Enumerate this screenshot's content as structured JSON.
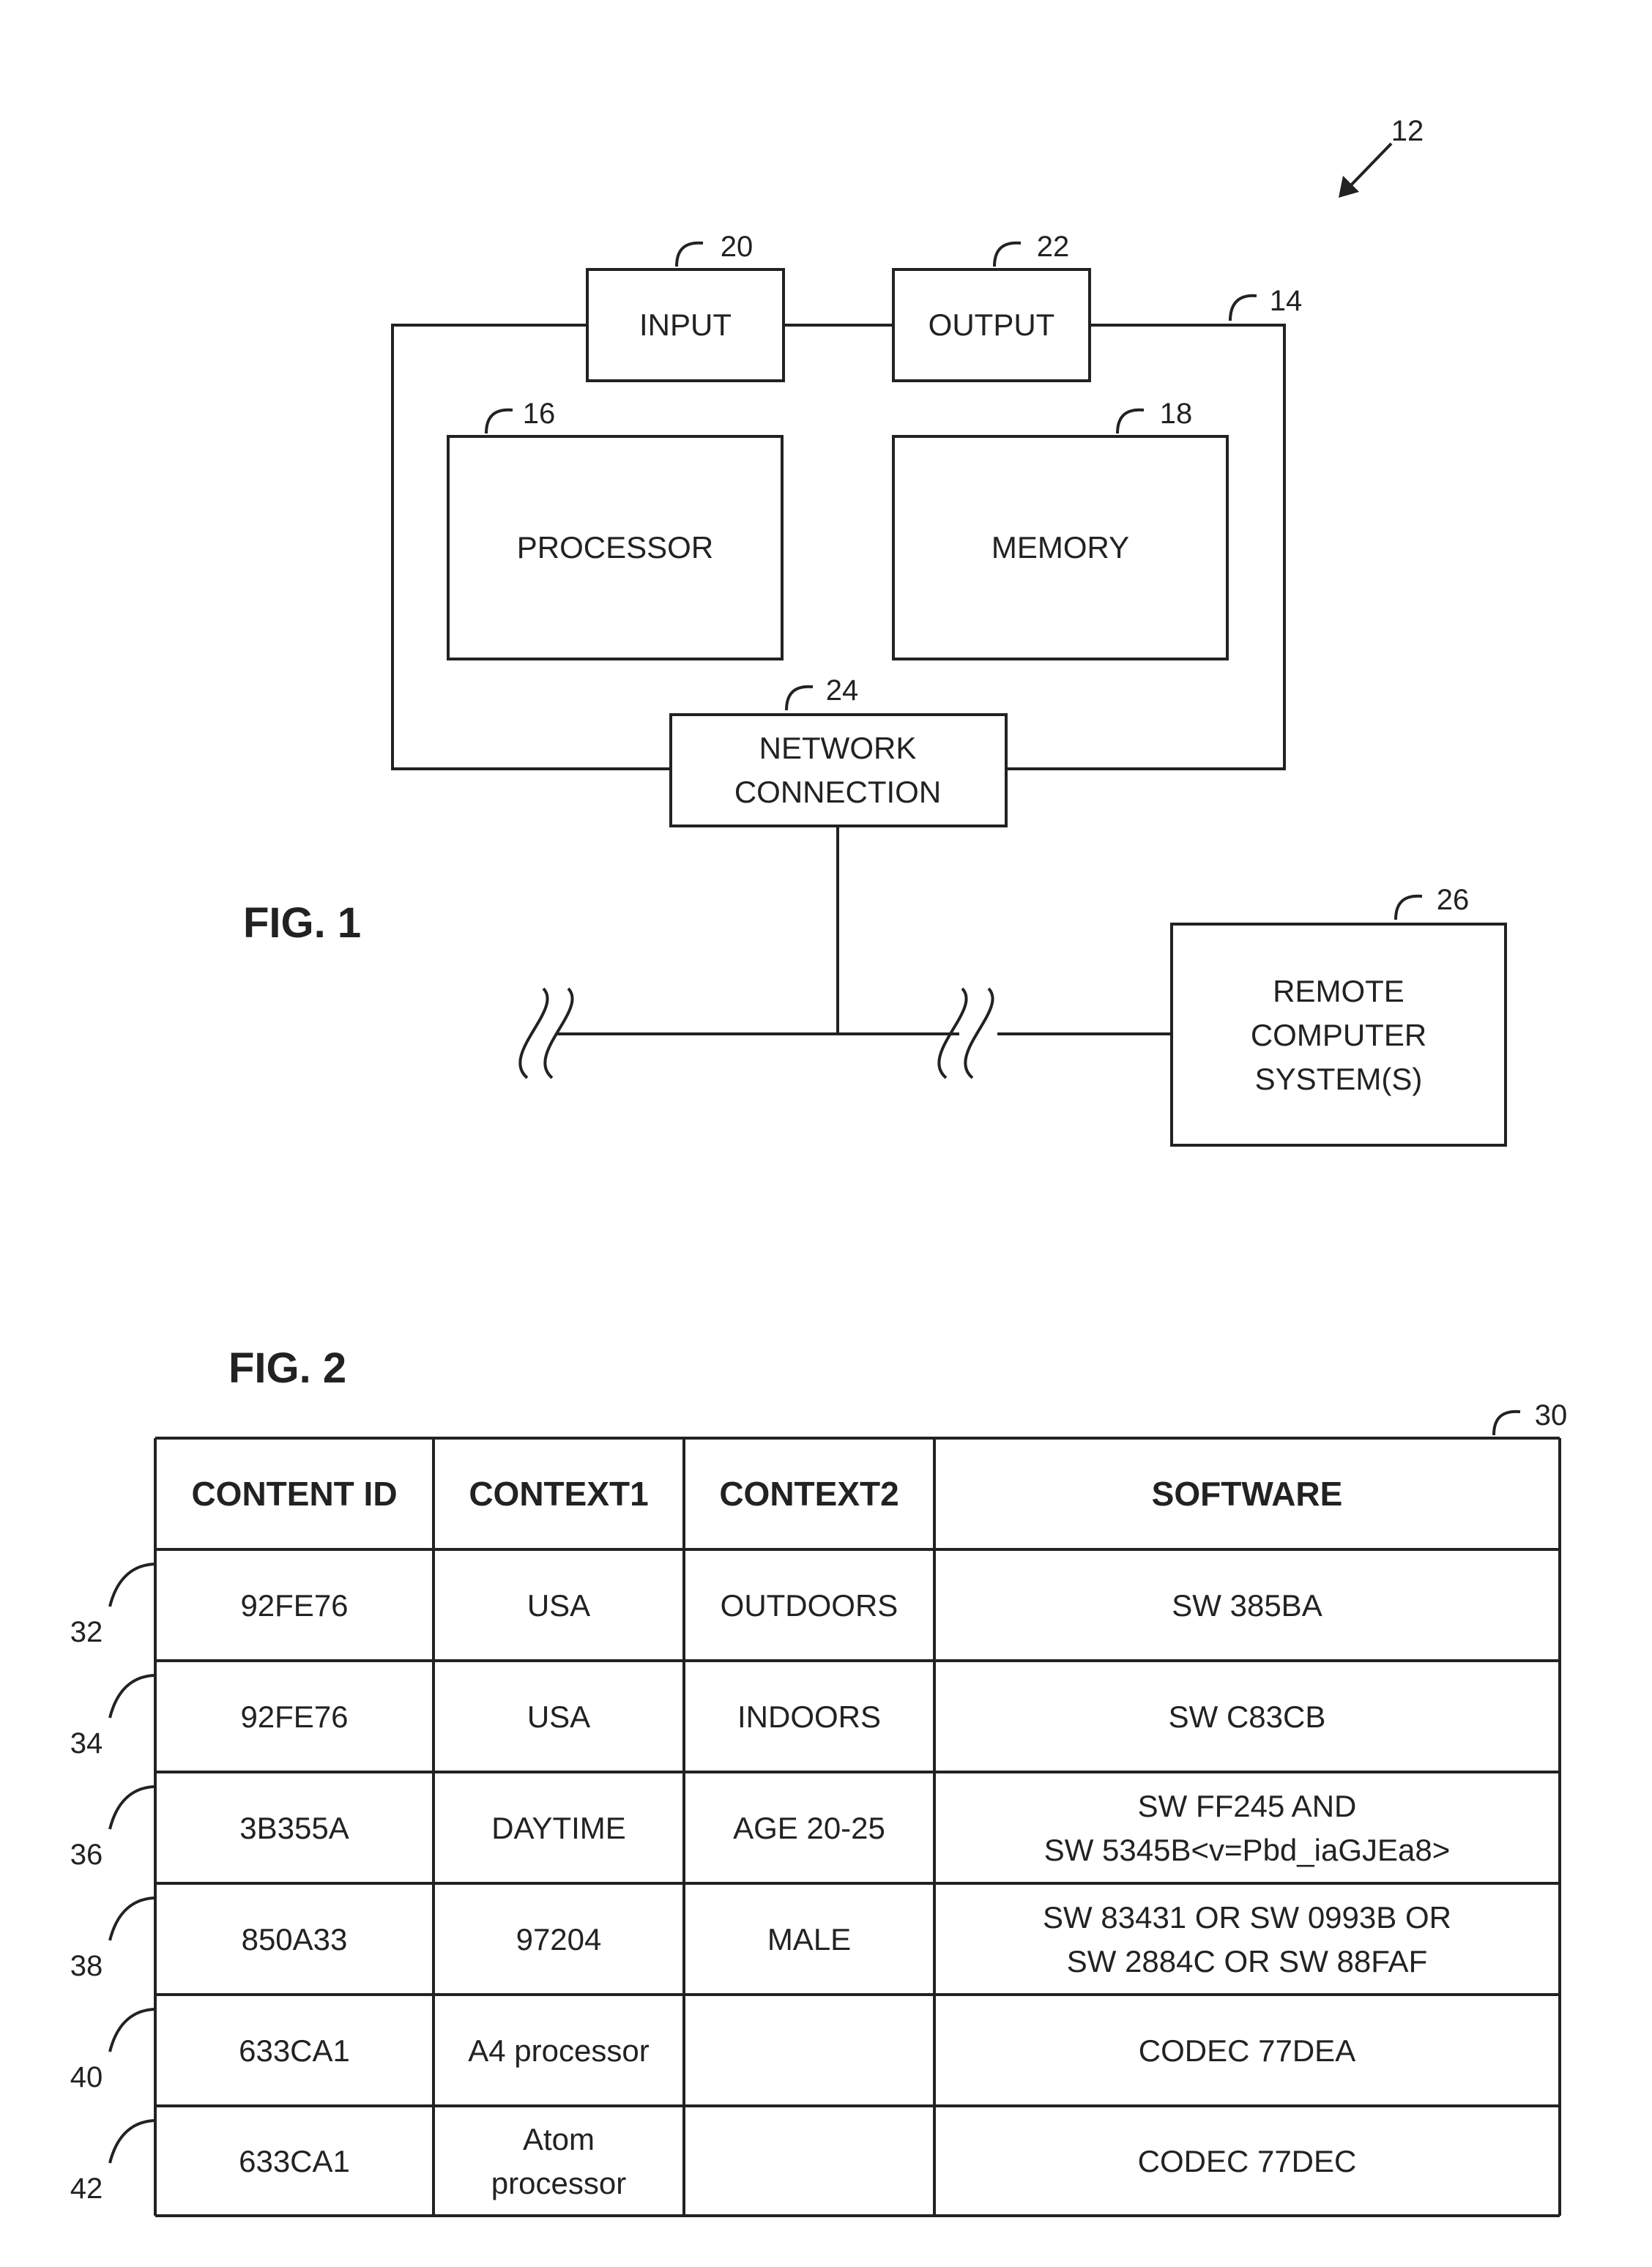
{
  "fig1": {
    "title": "FIG. 1",
    "system_ref": "12",
    "bus_ref": "14",
    "input": {
      "label": "INPUT",
      "ref": "20"
    },
    "output": {
      "label": "OUTPUT",
      "ref": "22"
    },
    "processor": {
      "label": "PROCESSOR",
      "ref": "16"
    },
    "memory": {
      "label": "MEMORY",
      "ref": "18"
    },
    "network": {
      "line1": "NETWORK",
      "line2": "CONNECTION",
      "ref": "24"
    },
    "remote": {
      "line1": "REMOTE",
      "line2": "COMPUTER",
      "line3": "SYSTEM(S)",
      "ref": "26"
    }
  },
  "fig2": {
    "title": "FIG. 2",
    "table_ref": "30",
    "headers": [
      "CONTENT ID",
      "CONTEXT1",
      "CONTEXT2",
      "SOFTWARE"
    ],
    "rows": [
      {
        "ref": "32",
        "cells": [
          [
            "92FE76"
          ],
          [
            "USA"
          ],
          [
            "OUTDOORS"
          ],
          [
            "SW 385BA"
          ]
        ]
      },
      {
        "ref": "34",
        "cells": [
          [
            "92FE76"
          ],
          [
            "USA"
          ],
          [
            "INDOORS"
          ],
          [
            "SW C83CB"
          ]
        ]
      },
      {
        "ref": "36",
        "cells": [
          [
            "3B355A"
          ],
          [
            "DAYTIME"
          ],
          [
            "AGE 20-25"
          ],
          [
            "SW FF245 AND",
            "SW 5345B<v=Pbd_iaGJEa8>"
          ]
        ]
      },
      {
        "ref": "38",
        "cells": [
          [
            "850A33"
          ],
          [
            "97204"
          ],
          [
            "MALE"
          ],
          [
            "SW 83431 OR SW 0993B OR",
            "SW 2884C OR SW 88FAF"
          ]
        ]
      },
      {
        "ref": "40",
        "cells": [
          [
            "633CA1"
          ],
          [
            "A4 processor"
          ],
          [
            ""
          ],
          [
            "CODEC 77DEA"
          ]
        ]
      },
      {
        "ref": "42",
        "cells": [
          [
            "633CA1"
          ],
          [
            "Atom",
            "processor"
          ],
          [
            ""
          ],
          [
            "CODEC 77DEC"
          ]
        ]
      }
    ]
  }
}
